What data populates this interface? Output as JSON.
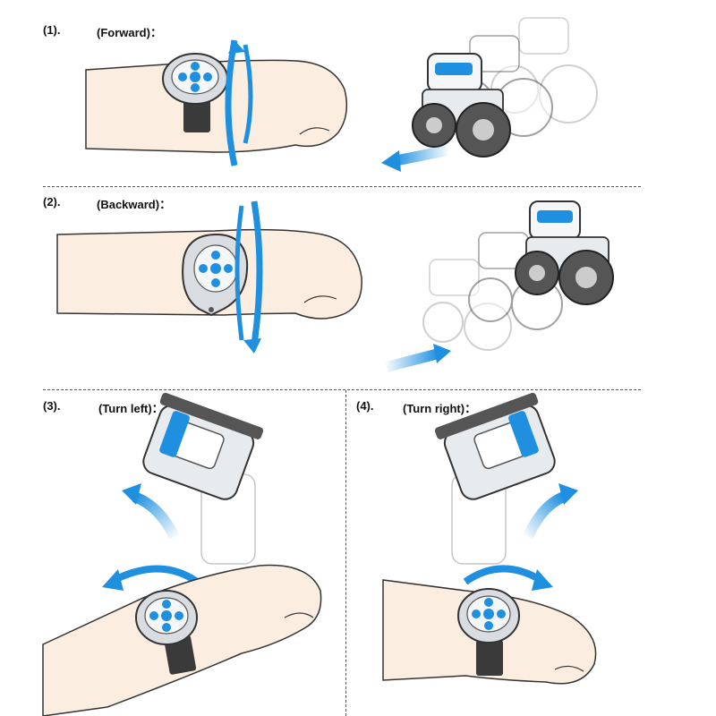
{
  "panels": [
    {
      "number": "(1).",
      "action": "(Forward)："
    },
    {
      "number": "(2).",
      "action": "(Backward)："
    },
    {
      "number": "(3).",
      "action": "(Turn left)："
    },
    {
      "number": "(4).",
      "action": "(Turn right)："
    }
  ],
  "colors": {
    "accent_blue": "#1f8fe0",
    "skin": "#fbeee0",
    "outline": "#333333",
    "strap": "#3a3a3a",
    "watch_face": "#d9dde2"
  },
  "icons": [
    "hand-with-watch",
    "rotation-arrow",
    "robot-car",
    "motion-arrow"
  ]
}
